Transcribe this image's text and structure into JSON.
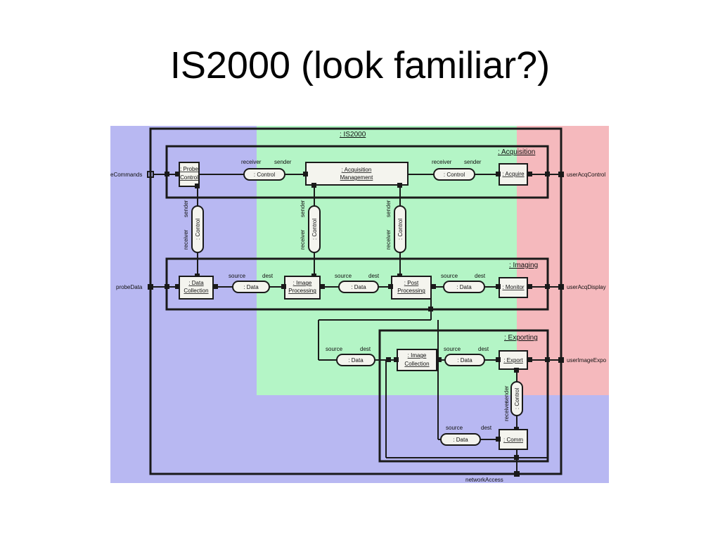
{
  "slide": {
    "title": "IS2000 (look familiar?)"
  },
  "regions": {
    "blue": "#b8b8f2",
    "green": "#b4f5c6",
    "red": "#f5b9bd"
  },
  "diagram": {
    "outer": ": IS2000",
    "subsystems": [
      ": Acquisition",
      ": Imaging",
      ": Exporting"
    ],
    "components": {
      "probe_control": [
        ": Probe",
        "Control"
      ],
      "acquisition_mgmt": [
        ": Acquisition",
        "Management"
      ],
      "acquire": ": Acquire",
      "data_collection": [
        ": Data",
        "Collection"
      ],
      "image_processing": [
        ": Image",
        "Processing"
      ],
      "post_processing": [
        ": Post",
        "Processing"
      ],
      "monitor": ": Monitor",
      "image_collection": [
        ": Image",
        "Collection"
      ],
      "export": ": Export",
      "comm": ": Comm"
    },
    "connectors": {
      "control": ": Control",
      "data": ": Data"
    },
    "roles": {
      "receiver": "receiver",
      "sender": "sender",
      "source": "source",
      "dest": "dest"
    },
    "external_ports": {
      "left_top": "eCommands",
      "left_mid": "probeData",
      "right_top": "userAcqControl",
      "right_mid": "userAcqDisplay",
      "right_bottom": "userImageExpo",
      "bottom": "networkAccess"
    }
  }
}
